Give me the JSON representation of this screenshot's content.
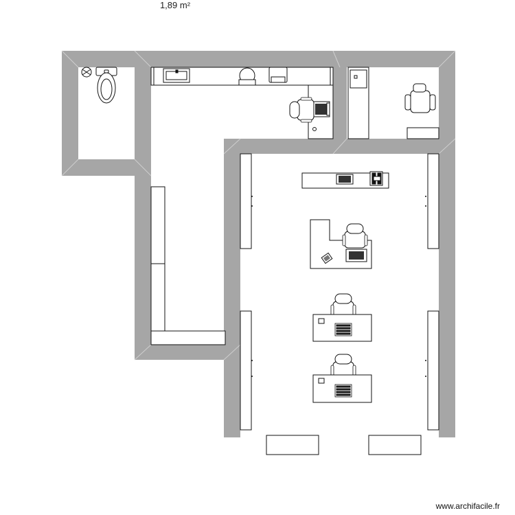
{
  "plan": {
    "area_label": "1,89 m²",
    "watermark": "www.archifacile.fr",
    "colors": {
      "wall": "#a6a6a6",
      "wall_joint": "#cfcfcf",
      "furniture_stroke": "#111111",
      "floor": "#ffffff"
    },
    "rooms": [
      {
        "id": "wc",
        "icon": "toilet-icon"
      },
      {
        "id": "corridor-office",
        "icon": "desk-icon"
      },
      {
        "id": "small-office",
        "icon": "desk-icon"
      },
      {
        "id": "open-space",
        "icon": "desk-icon"
      }
    ],
    "fixtures": [
      "toilet-icon",
      "sink-icon",
      "chair-icon",
      "computer-icon",
      "keyboard-icon",
      "phone-icon",
      "cabinet-icon",
      "shelf-icon"
    ]
  }
}
